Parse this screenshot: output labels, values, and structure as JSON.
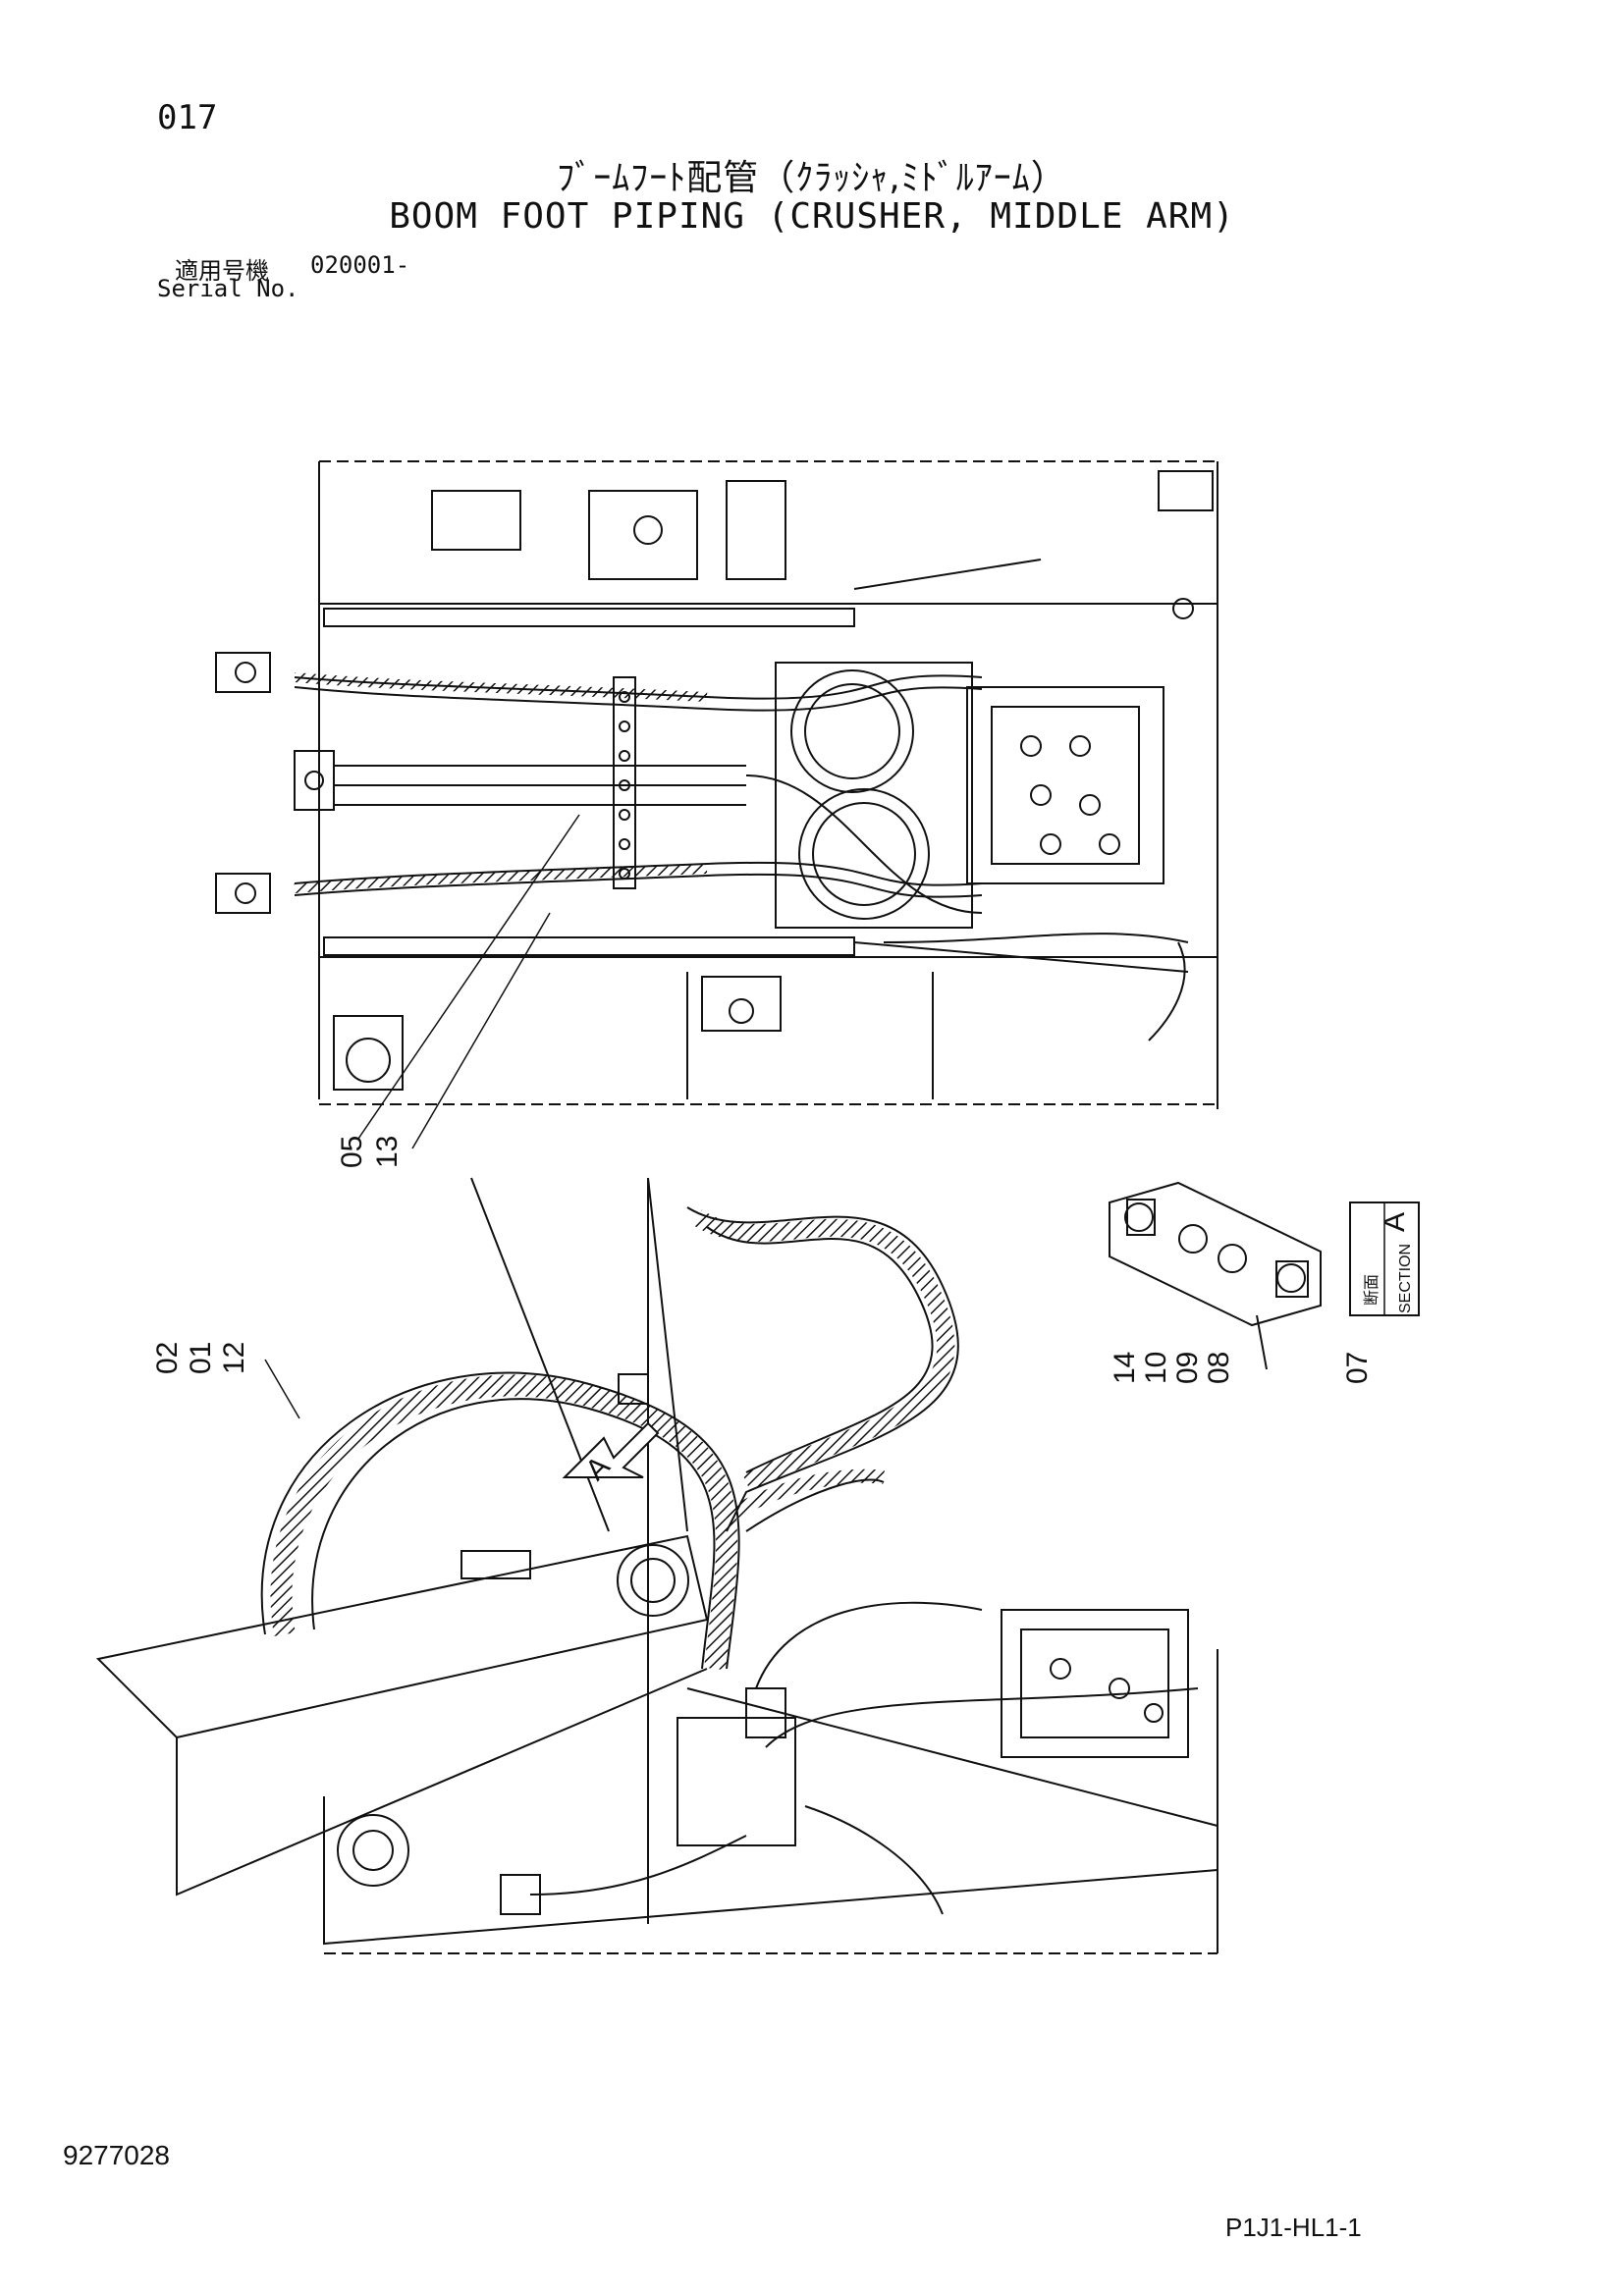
{
  "header": {
    "page_number": "017",
    "title_jp": "ﾌﾞｰﾑﾌｰﾄ配管（ｸﾗｯｼｬ,ﾐﾄﾞﾙｱｰﾑ）",
    "title_en": "BOOM FOOT PIPING (CRUSHER, MIDDLE ARM)",
    "serial_label_jp": "適用号機",
    "serial_value": "020001-",
    "serial_label_en": "Serial No."
  },
  "callouts": {
    "top_view": [
      "05",
      "13"
    ],
    "side_view_hose": [
      "02",
      "01",
      "12"
    ],
    "section_items": [
      "14",
      "10",
      "09",
      "08"
    ],
    "section_clamp": "07",
    "view_arrow": "A"
  },
  "section_label": {
    "jp": "断面",
    "en": "SECTION",
    "letter": "A"
  },
  "footer": {
    "document_number": "9277028",
    "sheet_code": "P1J1-HL1-1"
  },
  "colors": {
    "ink": "#111111",
    "paper": "#ffffff"
  }
}
